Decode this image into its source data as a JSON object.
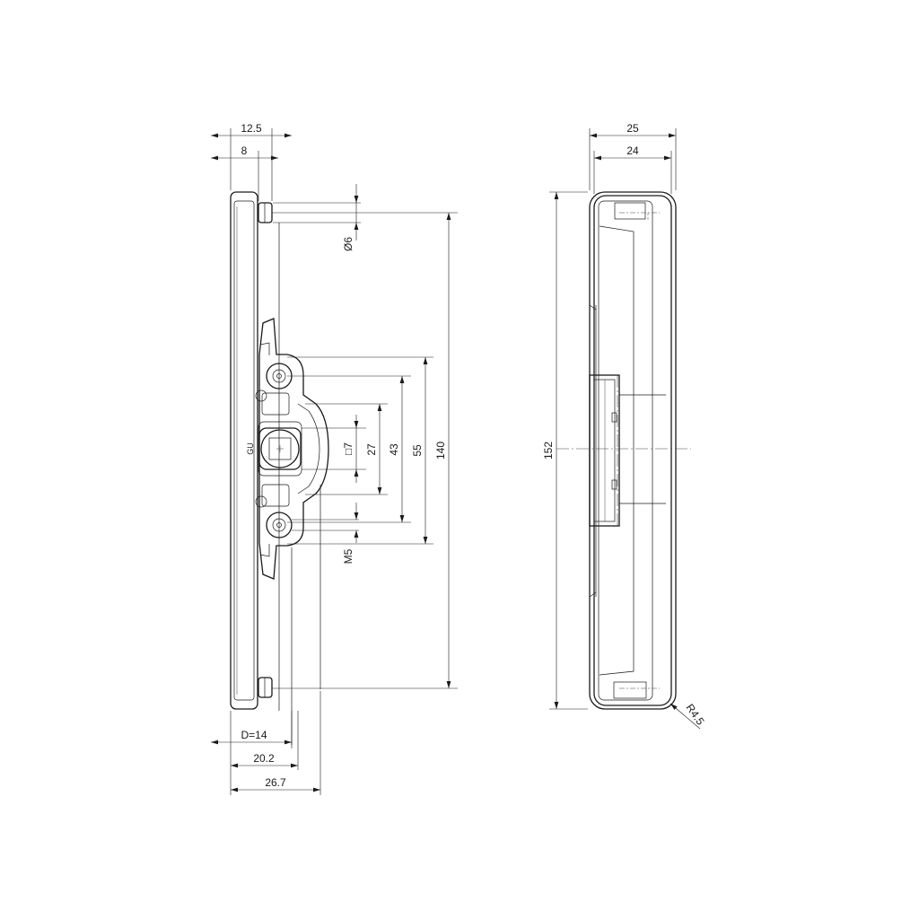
{
  "dims_side": {
    "top_outer": "12.5",
    "top_inner": "8",
    "pin_dia": "Ø6",
    "square": "□7",
    "d27": "27",
    "d43": "43",
    "d55": "55",
    "d140": "140",
    "thread": "M5",
    "d_bottom": "D=14",
    "d_20_2": "20.2",
    "d_26_7": "26.7"
  },
  "dims_front": {
    "w25": "25",
    "w24": "24",
    "h152": "152",
    "radius": "R4.5"
  },
  "logo_text": "GU"
}
